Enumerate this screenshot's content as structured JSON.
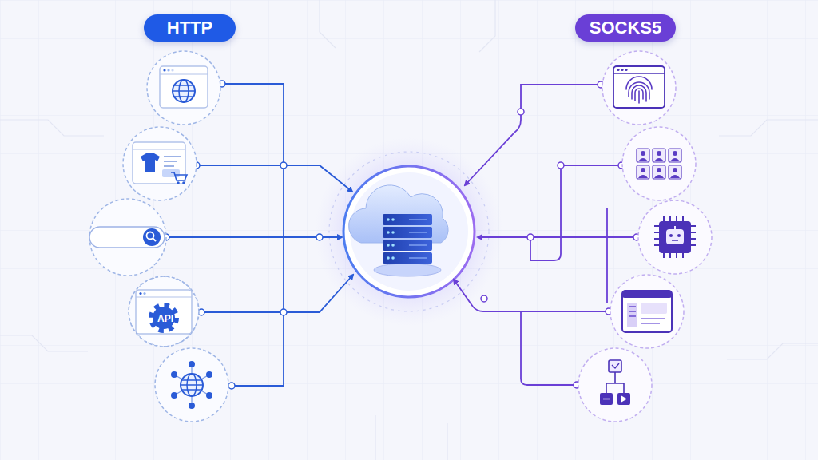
{
  "diagram": {
    "nodes": [
      {
        "text": [
          "HTTP"
        ]
      },
      {
        "text": [
          "SOCKS5"
        ]
      },
      {
        "text": [
          "API"
        ]
      }
    ]
  }
}
